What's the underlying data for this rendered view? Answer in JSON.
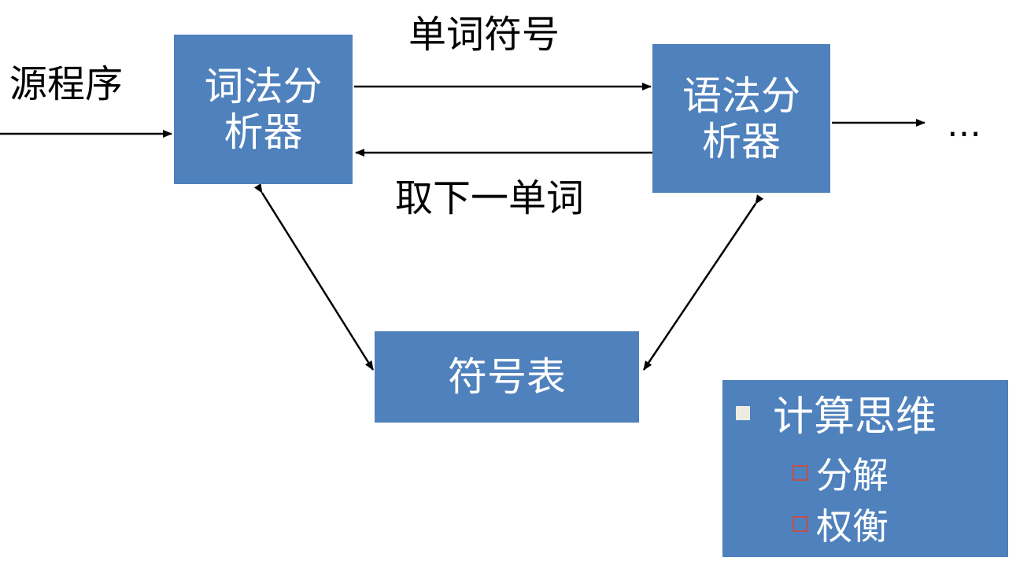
{
  "nodes": {
    "lexer": "词法分\n析器",
    "parser": "语法分\n析器",
    "symbol_table": "符号表"
  },
  "edge_labels": {
    "source_program": "源程序",
    "token": "单词符号",
    "get_next_token": "取下一单词",
    "continuation": "…"
  },
  "notes": {
    "title": "计算思维",
    "items": [
      "分解",
      "权衡"
    ]
  },
  "colors": {
    "box_fill": "#4f81bd",
    "box_text": "#ffffff",
    "arrow": "#000000",
    "bullet_fill": "#eeece1",
    "sub_bullet_border": "#c0504d"
  }
}
